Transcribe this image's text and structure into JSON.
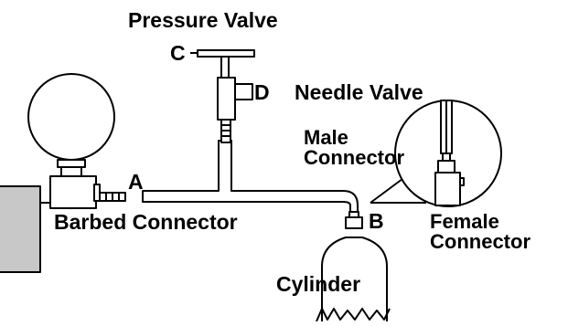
{
  "diagram": {
    "labels": {
      "pressure_valve": "Pressure Valve",
      "c": "C",
      "d": "D",
      "needle_valve": "Needle Valve",
      "male_connector_line1": "Male",
      "male_connector_line2": "Connector",
      "a": "A",
      "b": "B",
      "barbed_connector": "Barbed Connector",
      "female_connector_line1": "Female",
      "female_connector_line2": "Connector",
      "cylinder": "Cylinder"
    }
  },
  "colors": {
    "stroke": "#000000",
    "background": "#ffffff",
    "wall_fill": "#c8c8c8"
  }
}
